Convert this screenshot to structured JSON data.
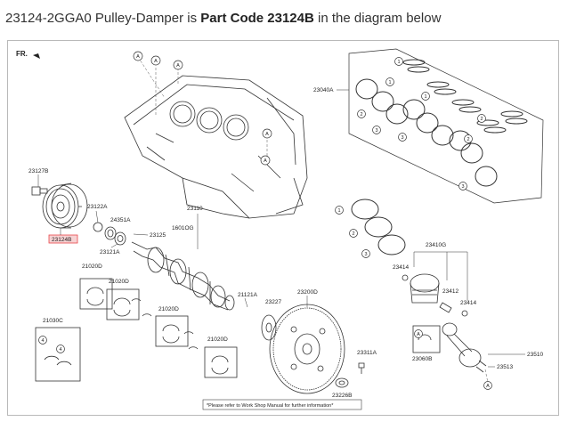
{
  "header": {
    "prefix": "23124-2GGA0 Pulley-Damper is ",
    "part_code": "Part Code 23124B",
    "suffix": " in the diagram below"
  },
  "diagram": {
    "front_marker": "FR.",
    "footnote": "*Please refer to Work Shop Manual for further information*",
    "highlight_color": "#e8474c",
    "labels": {
      "p23127B": "23127B",
      "p23124B": "23124B",
      "p23122A": "23122A",
      "p24351A": "24351A",
      "p23125": "23125",
      "p23121A": "23121A",
      "p1601OG": "1601OG",
      "p23110": "23110",
      "p21020D_1": "21020D",
      "p21020D_2": "21020D",
      "p21020D_3": "21020D",
      "p21020D_4": "21020D",
      "p21030C": "21030C",
      "p21121A": "21121A",
      "p23227": "23227",
      "p23200D": "23200D",
      "p23311A": "23311A",
      "p23226B": "23226B",
      "p23040A": "23040A",
      "p23410G": "23410G",
      "p23414_1": "23414",
      "p23414_2": "23414",
      "p23412": "23412",
      "p23060B": "23060B",
      "p23510": "23510",
      "p23513": "23513"
    },
    "callouts": {
      "a": "A",
      "n1": "1",
      "n2": "2",
      "n3": "3",
      "n4": "4"
    }
  }
}
